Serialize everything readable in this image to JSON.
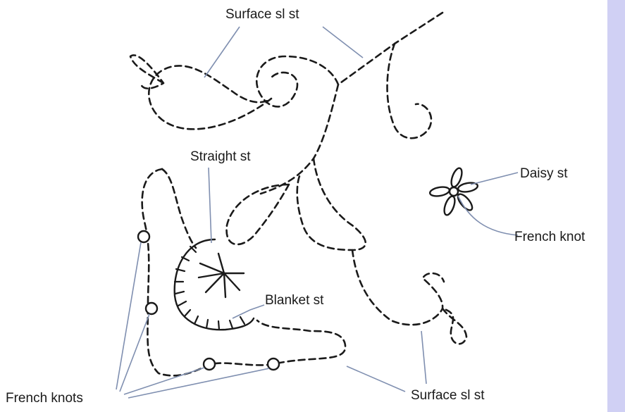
{
  "colors": {
    "background": "#ffffff",
    "stitch": "#1a1a1a",
    "leader_line": "#7f8fb0",
    "scrollbar": "#d0d0f4"
  },
  "labels": {
    "surface_top": "Surface sl st",
    "straight": "Straight st",
    "daisy": "Daisy st",
    "french_knot": "French knot",
    "blanket": "Blanket st",
    "french_knots": "French knots",
    "surface_bottom": "Surface sl st"
  }
}
